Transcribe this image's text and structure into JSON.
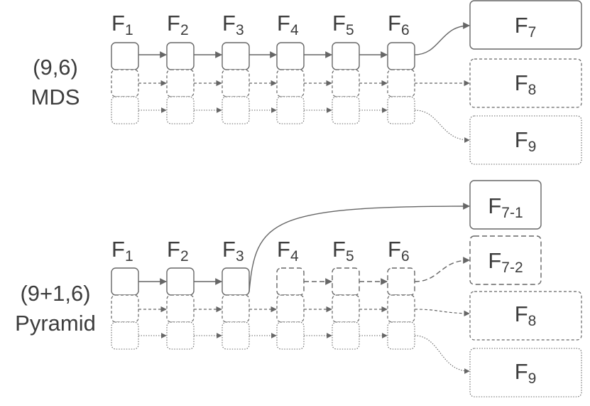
{
  "top": {
    "label_line1": "(9,6)",
    "label_line2": "MDS",
    "file_labels": [
      "F1",
      "F2",
      "F3",
      "F4",
      "F5",
      "F6"
    ],
    "parity_labels": [
      "F7",
      "F8",
      "F9"
    ]
  },
  "bottom": {
    "label_line1": "(9+1,6)",
    "label_line2": "Pyramid",
    "file_labels": [
      "F1",
      "F2",
      "F3",
      "F4",
      "F5",
      "F6"
    ],
    "parity_labels": [
      "F7-1",
      "F7-2",
      "F8",
      "F9"
    ]
  },
  "colors": {
    "stroke": "#666666",
    "text": "#3d3d3d",
    "background": "#ffffff"
  }
}
